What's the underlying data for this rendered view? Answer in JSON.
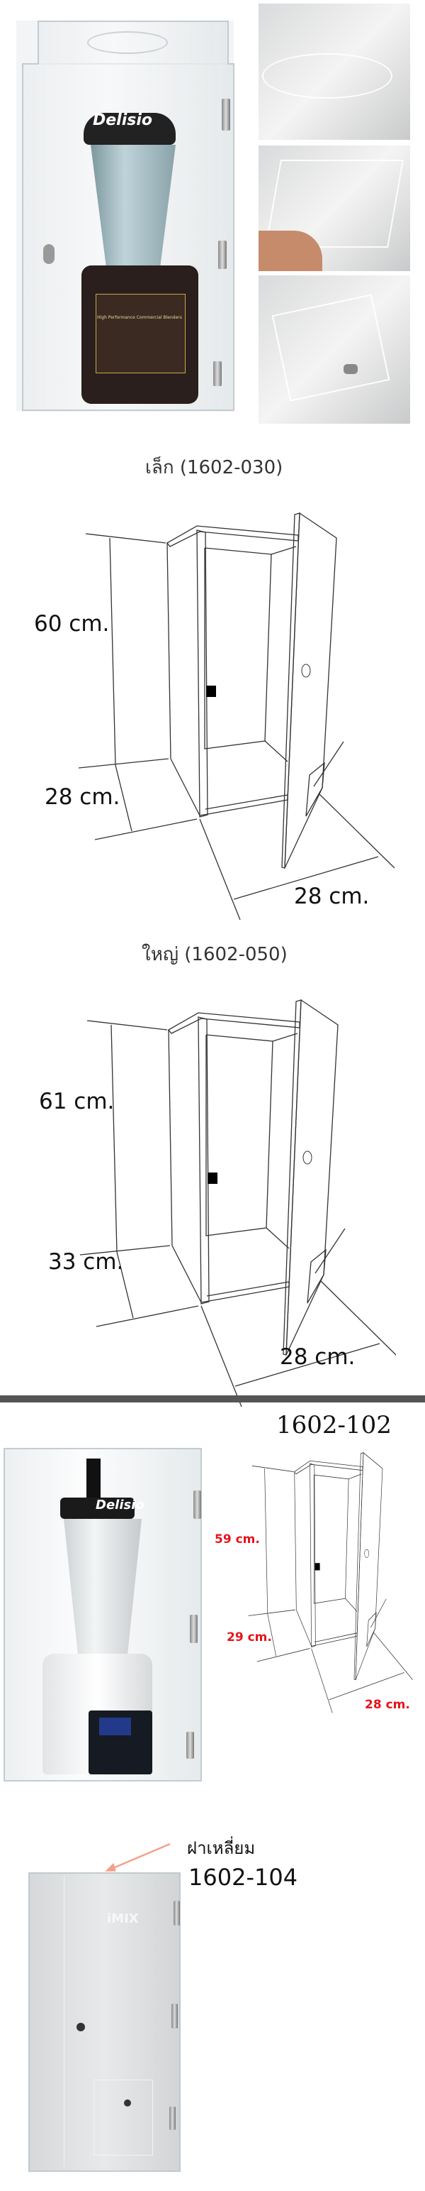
{
  "section_small": {
    "title": "เล็ก  (1602-030)",
    "height": "60 cm.",
    "depth": "28 cm.",
    "width": "28 cm.",
    "photo_logo": "Delisio",
    "photo_label": "High Performance Commercial Blenders"
  },
  "section_large": {
    "title": "ใหญ่  (1602-050)",
    "height": "61 cm.",
    "depth": "33 cm.",
    "width": "28 cm."
  },
  "section_102": {
    "model": "1602-102",
    "height": "59 cm.",
    "depth": "29 cm.",
    "width": "28 cm.",
    "photo_logo": "Delisio"
  },
  "section_104": {
    "lid_label": "ฝาเหลี่ยม",
    "model": "1602-104",
    "photo_logo": "iMIX"
  },
  "colors": {
    "divider": "#555555",
    "dimension_red": "#e8141b",
    "arrow": "#f4a08a"
  }
}
